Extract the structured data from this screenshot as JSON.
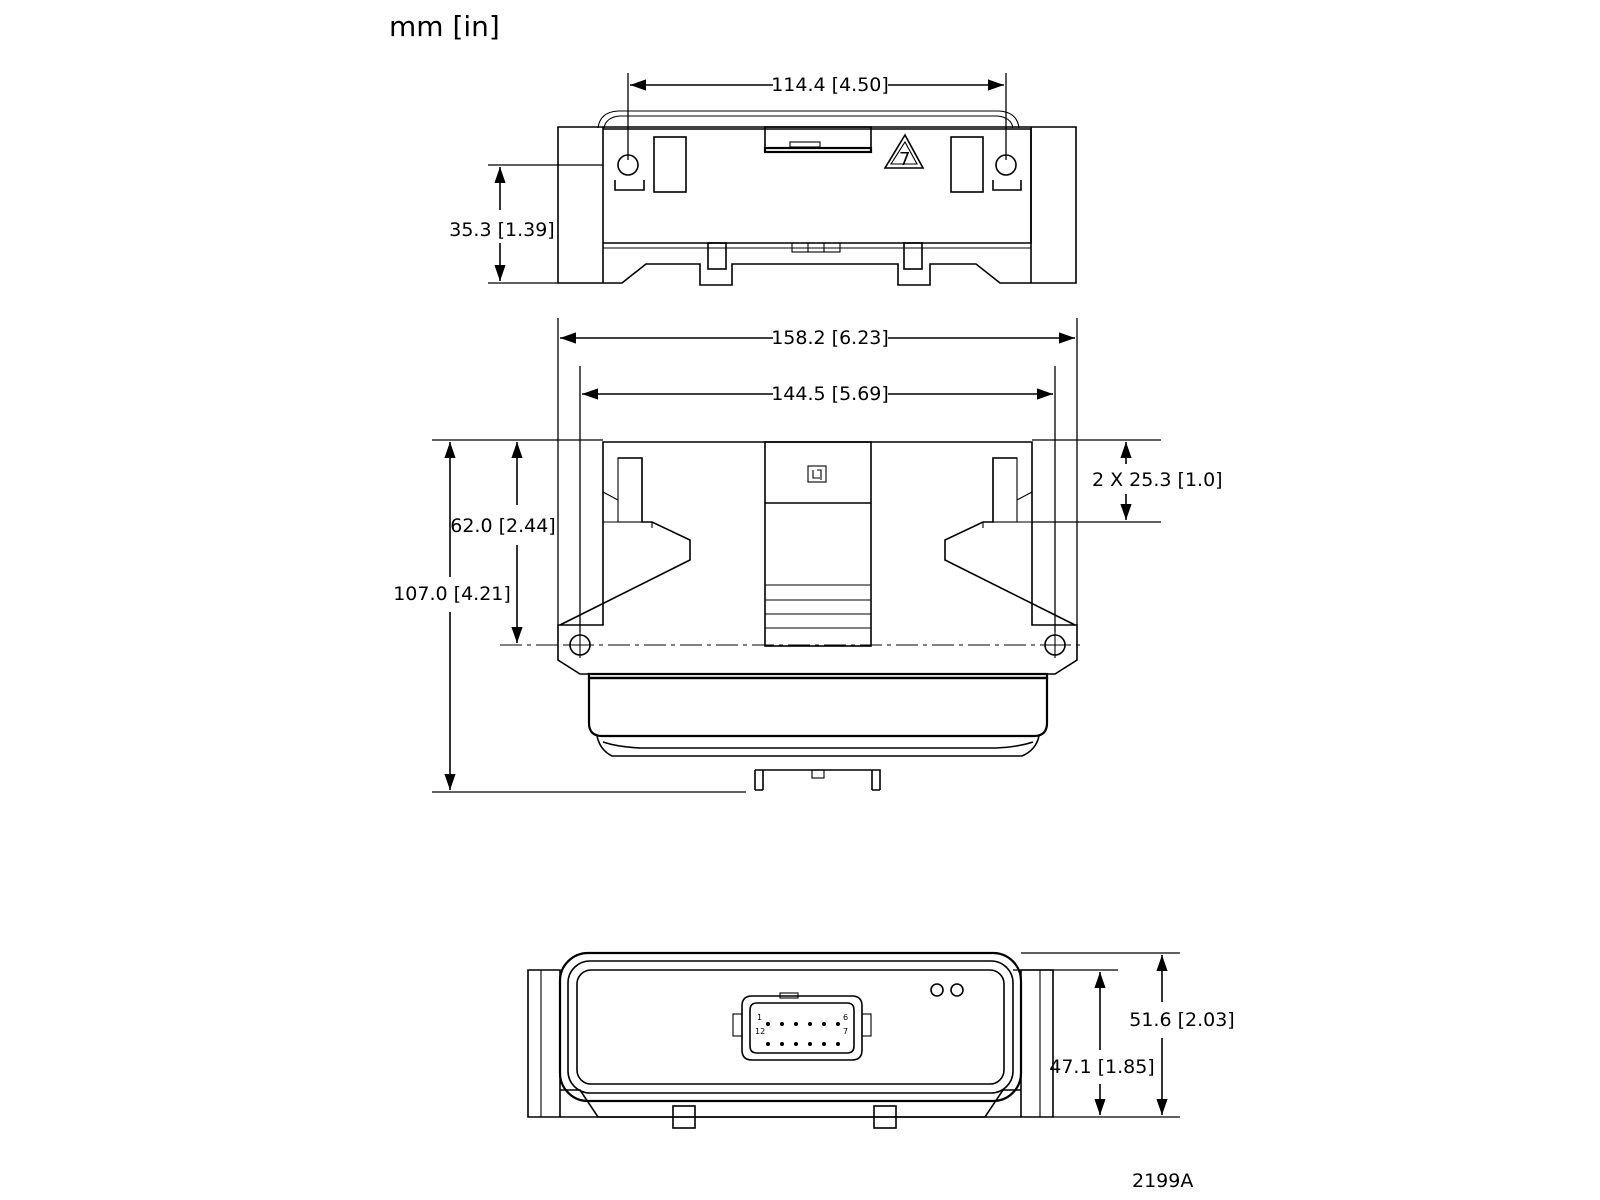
{
  "units_label": "mm [in]",
  "drawing_number": "2199A",
  "dimensions": {
    "top_hole_spacing": "114.4 [4.50]",
    "top_height": "35.3 [1.39]",
    "overall_width": "158.2 [6.23]",
    "mount_width": "144.5 [5.69]",
    "slot_spacing": "2 X 25.3 [1.0]",
    "hole_depth": "62.0 [2.44]",
    "overall_depth": "107.0 [4.21]",
    "inner_height": "47.1 [1.85]",
    "outer_height": "51.6 [2.03]"
  },
  "connector_pins": {
    "top_left": "1",
    "top_right": "6",
    "bottom_left": "12",
    "bottom_right": "7"
  },
  "recycle_code": "7"
}
